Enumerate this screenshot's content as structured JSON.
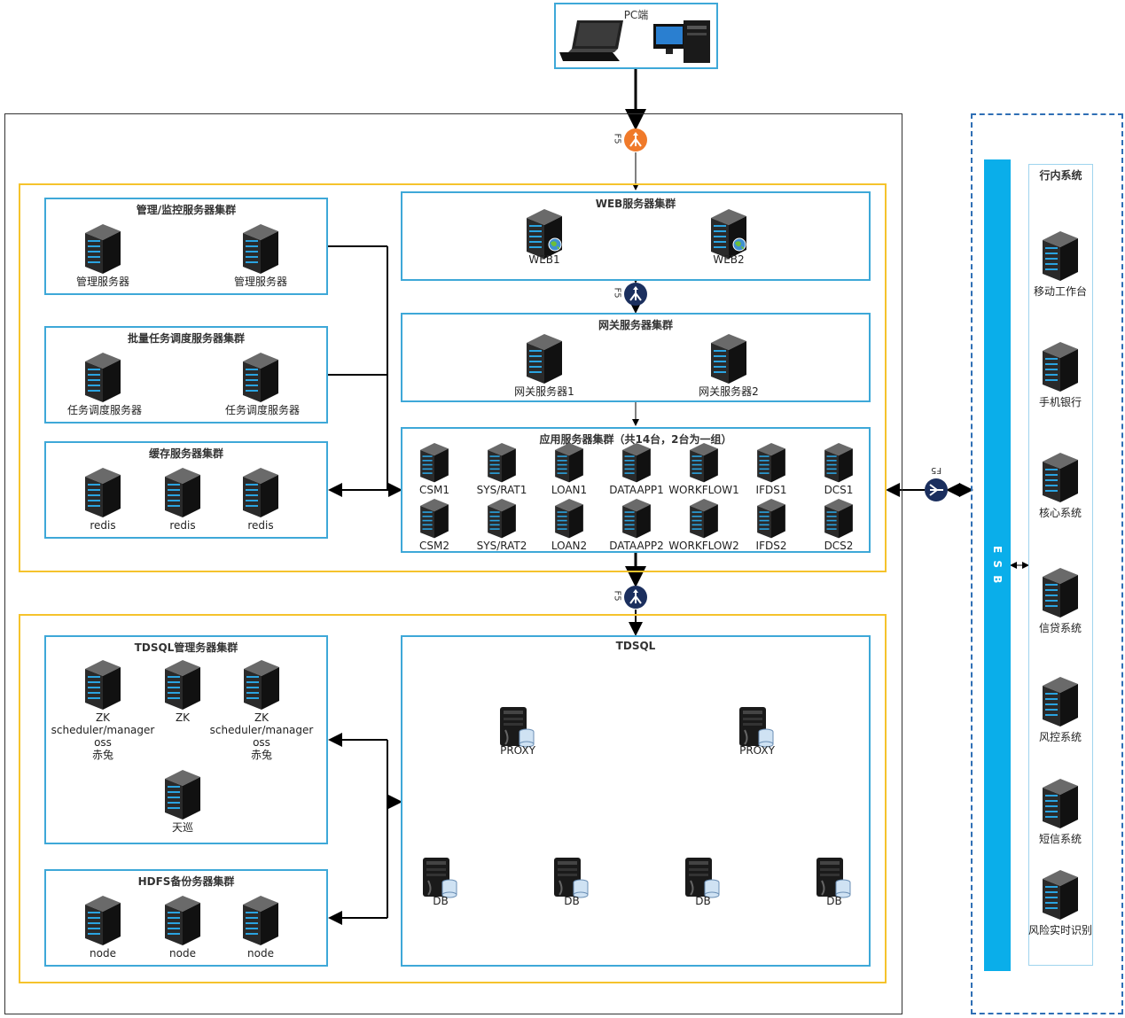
{
  "pc": {
    "title": "PC端"
  },
  "f5_label": "F5",
  "management_cluster": {
    "title": "管理/监控服务器集群",
    "servers": [
      "管理服务器",
      "管理服务器"
    ]
  },
  "batch_cluster": {
    "title": "批量任务调度服务器集群",
    "servers": [
      "任务调度服务器",
      "任务调度服务器"
    ]
  },
  "cache_cluster": {
    "title": "缓存服务器集群",
    "servers": [
      "redis",
      "redis",
      "redis"
    ]
  },
  "web_cluster": {
    "title": "WEB服务器集群",
    "servers": [
      "WEB1",
      "WEB2"
    ]
  },
  "gateway_cluster": {
    "title": "网关服务器集群",
    "servers": [
      "网关服务器1",
      "网关服务器2"
    ]
  },
  "app_cluster": {
    "title": "应用服务器集群（共14台，2台为一组）",
    "row1": [
      "CSM1",
      "SYS/RAT1",
      "LOAN1",
      "DATAAPP1",
      "WORKFLOW1",
      "IFDS1",
      "DCS1"
    ],
    "row2": [
      "CSM2",
      "SYS/RAT2",
      "LOAN2",
      "DATAAPP2",
      "WORKFLOW2",
      "IFDS2",
      "DCS2"
    ]
  },
  "tdsql_mgmt_cluster": {
    "title": "TDSQL管理务器集群",
    "s1": {
      "l1": "ZK",
      "l2": "scheduler/manager",
      "l3": "oss",
      "l4": "赤兔"
    },
    "s2": {
      "l1": "ZK"
    },
    "s3": {
      "l1": "ZK",
      "l2": "scheduler/manager",
      "l3": "oss",
      "l4": "赤兔"
    },
    "s4": {
      "l1": "天巡"
    }
  },
  "hdfs_cluster": {
    "title": "HDFS备份务器集群",
    "servers": [
      "node",
      "node",
      "node"
    ]
  },
  "tdsql": {
    "title": "TDSQL",
    "proxies": [
      "PROXY",
      "PROXY"
    ],
    "dbs": [
      "DB",
      "DB",
      "DB",
      "DB"
    ]
  },
  "esb": {
    "label": "E S B"
  },
  "internal_systems": {
    "title": "行内系统",
    "items": [
      "移动工作台",
      "手机银行",
      "核心系统",
      "信贷系统",
      "风控系统",
      "短信系统",
      "风险实时识别"
    ]
  },
  "colors": {
    "cluster_border": "#3ea8d8",
    "zone_border": "#f5c32c",
    "esb": "#0aaeea",
    "f5_orange": "#f07a2a",
    "f5_navy": "#1b2f5e"
  }
}
